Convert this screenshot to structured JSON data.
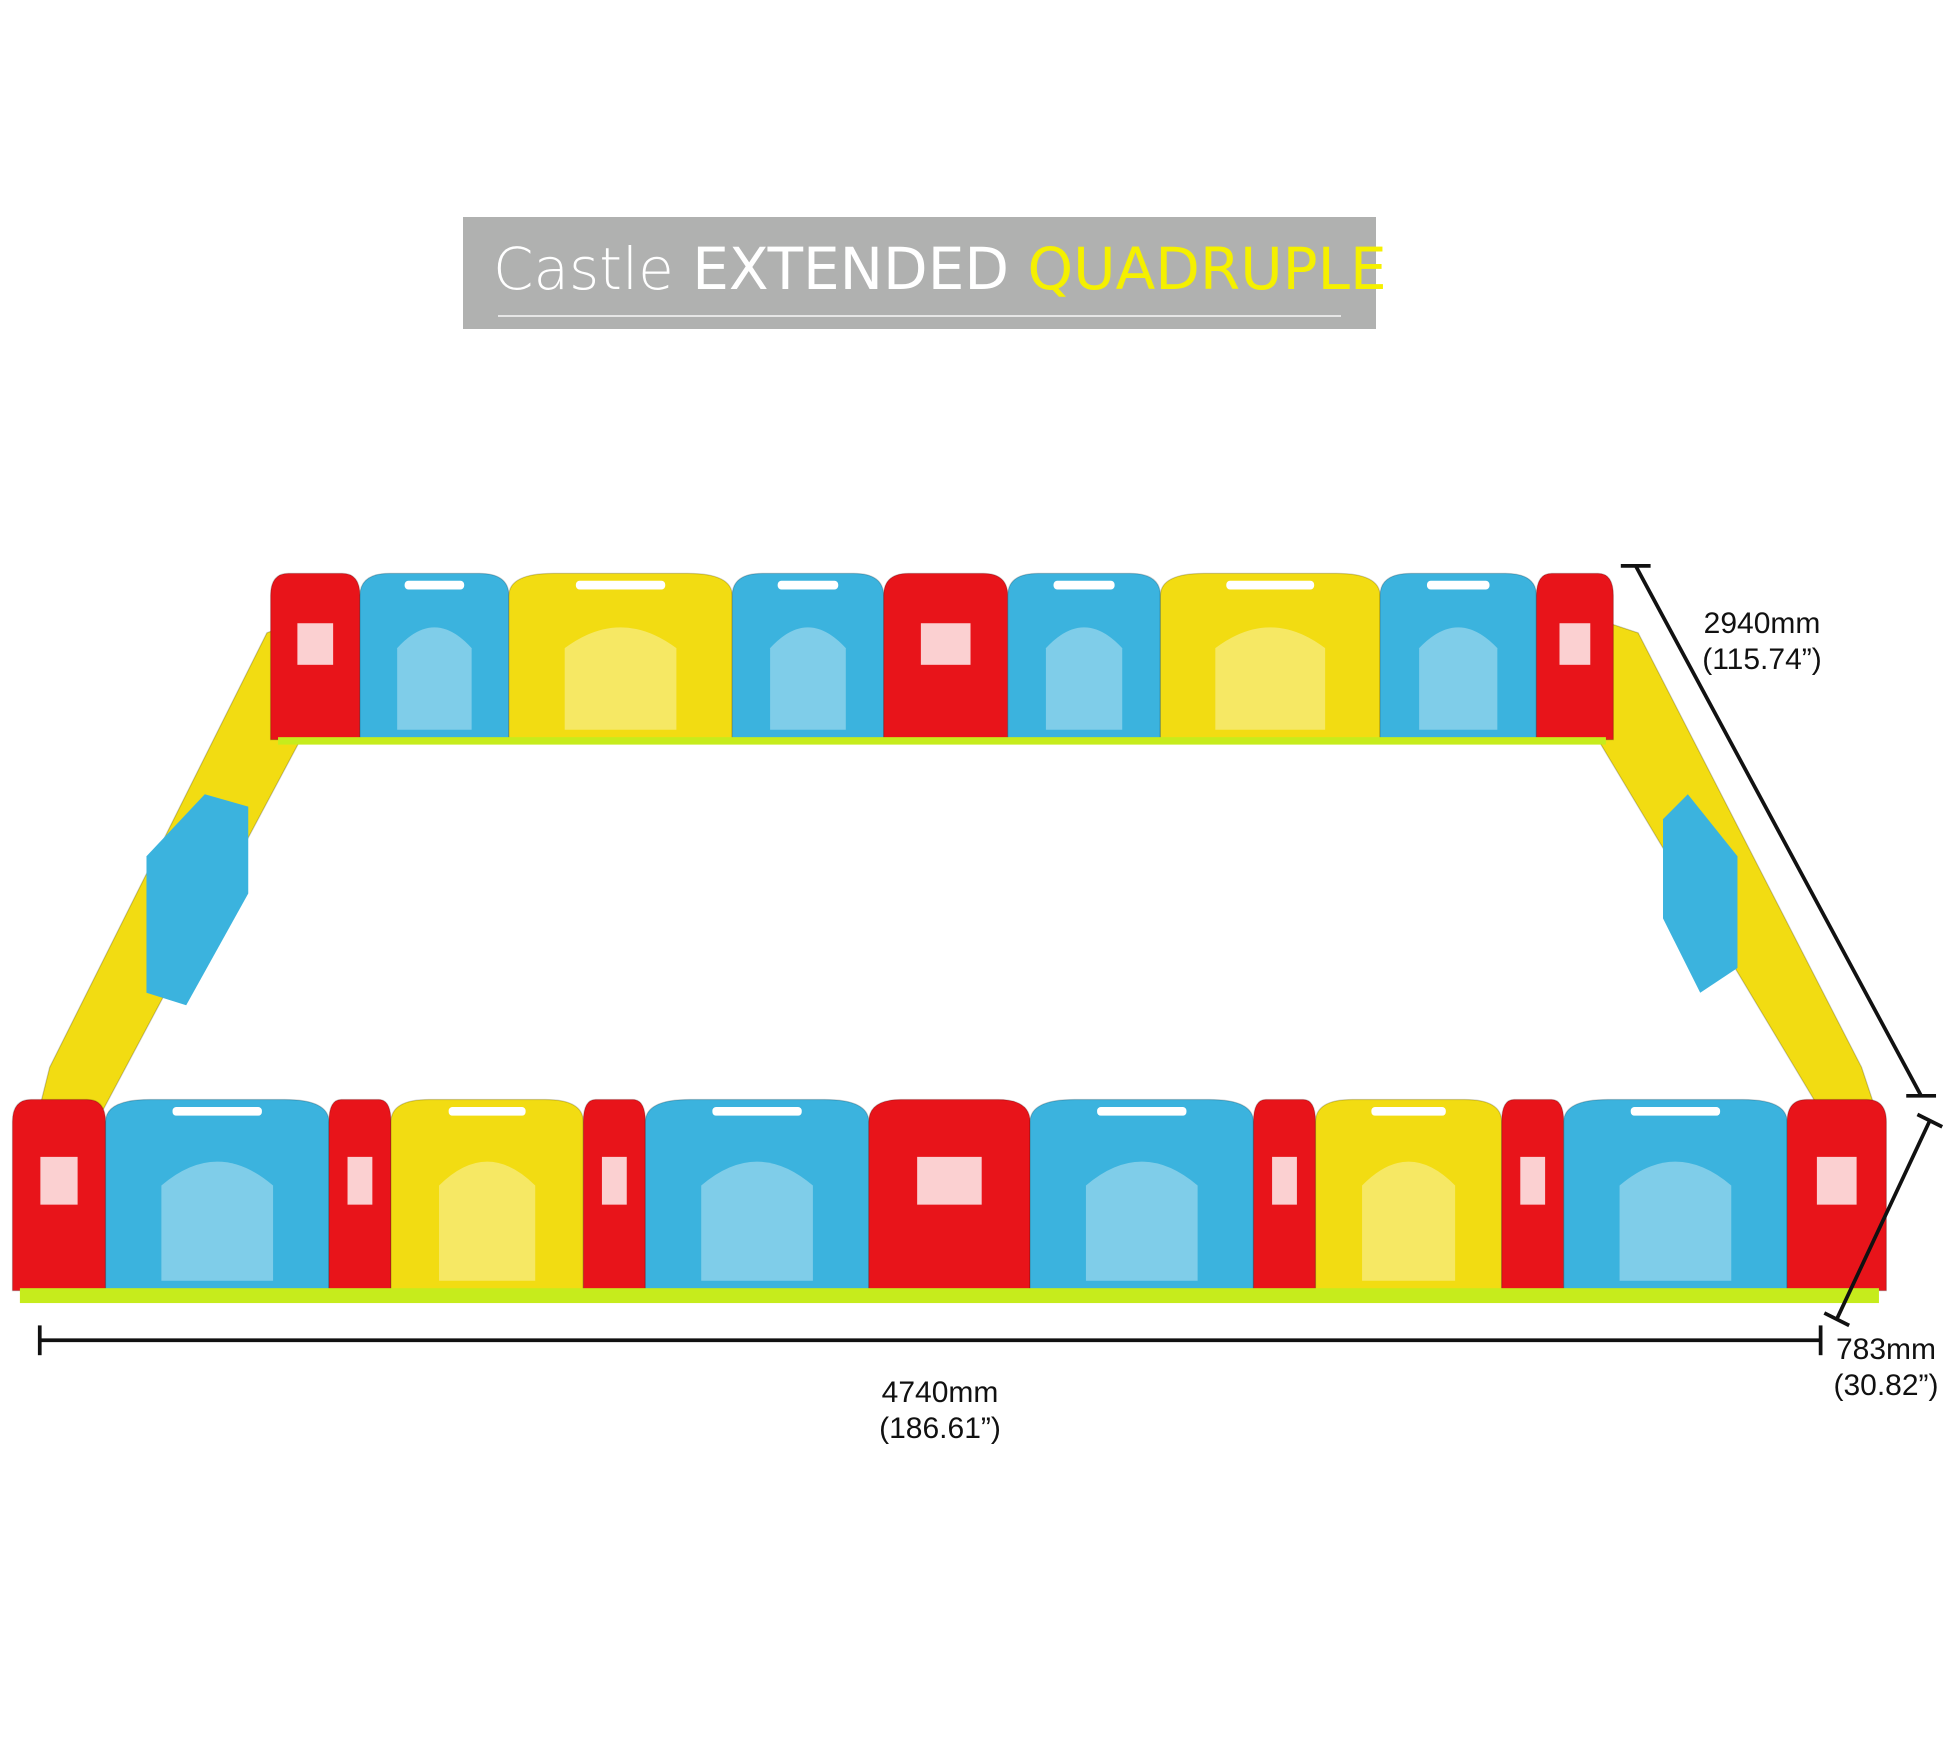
{
  "title": {
    "part1": "Castle",
    "part2": "EXTENDED",
    "part3": "QUADRUPLE"
  },
  "dimensions": {
    "length": {
      "mm": "4740mm",
      "inch": "(186.61”)"
    },
    "width": {
      "mm": "2940mm",
      "inch": "(115.74”)"
    },
    "height": {
      "mm": "783mm",
      "inch": "(30.82”)"
    }
  },
  "colors": {
    "red": "#e8141a",
    "blue": "#3bb3de",
    "yellow": "#f2dc12",
    "green": "#c6ec1c",
    "banner": "#b0b1b0",
    "accent_yellow": "#f5f000"
  },
  "back_wall_panels": [
    "red",
    "blue",
    "yellow",
    "blue",
    "red",
    "blue",
    "yellow",
    "blue",
    "red"
  ],
  "front_wall_panels": [
    "red",
    "blue",
    "red",
    "yellow",
    "red",
    "blue",
    "red",
    "blue",
    "red",
    "yellow",
    "red",
    "blue",
    "red"
  ]
}
